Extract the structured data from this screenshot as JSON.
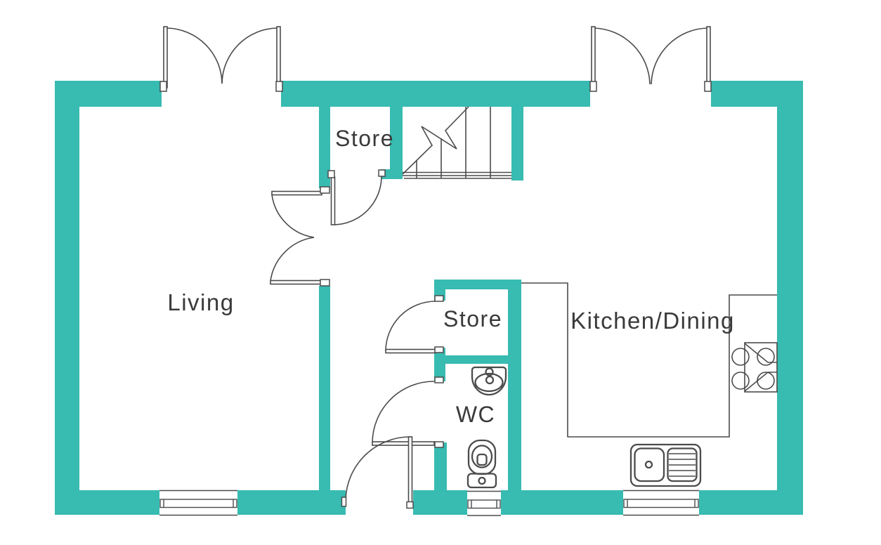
{
  "colors": {
    "wall": "#38bbb1",
    "line": "#4b4b4b",
    "label": "#3a3a3a",
    "bg": "#ffffff"
  },
  "rooms": {
    "living": {
      "label": "Living"
    },
    "store_top": {
      "label": "Store"
    },
    "store_mid": {
      "label": "Store"
    },
    "wc": {
      "label": "WC"
    },
    "kitchen": {
      "label": "Kitchen/Dining"
    }
  }
}
